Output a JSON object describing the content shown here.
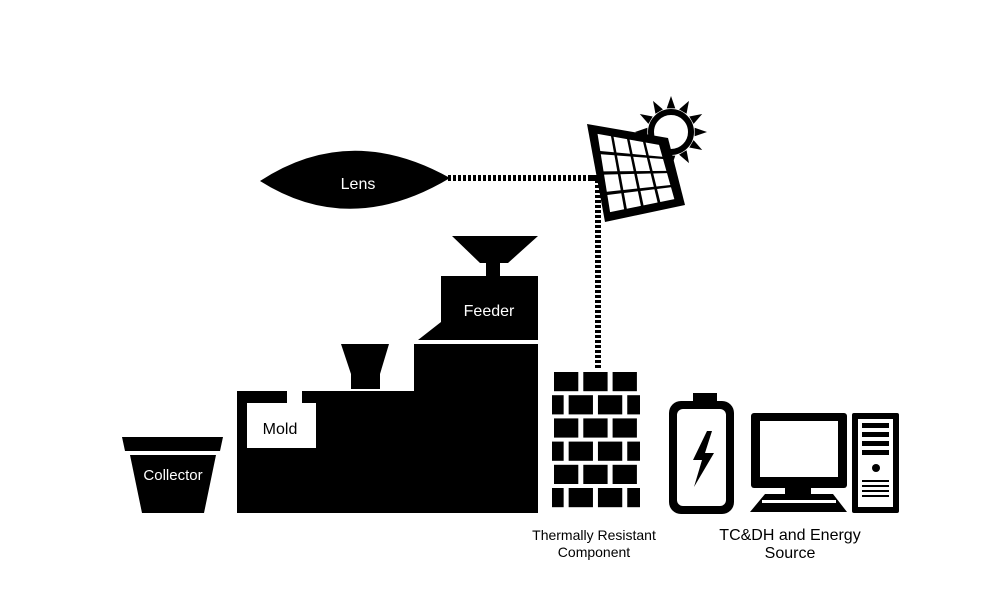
{
  "labels": {
    "lens": "Lens",
    "feeder": "Feeder",
    "mold": "Mold",
    "collector": "Collector",
    "thermal_line1": "Thermally Resistant",
    "thermal_line2": "Component",
    "tcdh_line1": "TC&DH and Energy",
    "tcdh_line2": "Source"
  },
  "colors": {
    "ink": "#000000",
    "paper": "#ffffff"
  },
  "icons": [
    "sun-icon",
    "solar-panel-icon",
    "battery-icon",
    "computer-monitor-icon",
    "computer-tower-icon",
    "keyboard-icon"
  ]
}
